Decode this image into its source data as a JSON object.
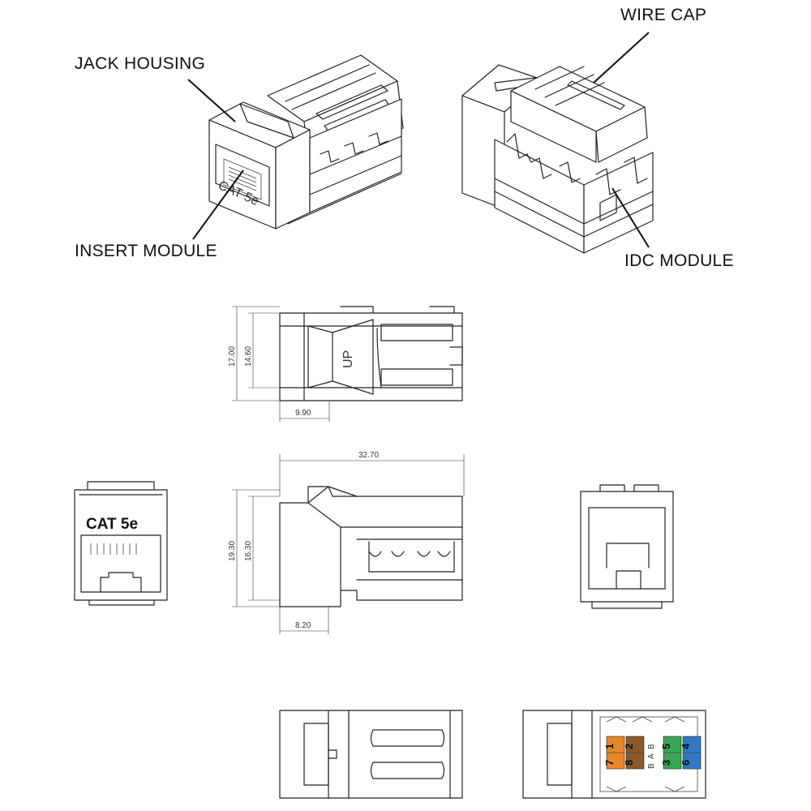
{
  "callouts": {
    "jack_housing": "JACK HOUSING",
    "insert_module": "INSERT MODULE",
    "wire_cap": "WIRE CAP",
    "idc_module": "IDC MODULE"
  },
  "markings": {
    "housing_side": "CAT 5e",
    "front_face": "CAT 5e",
    "top_view_arrow": "UP"
  },
  "dimensions": {
    "overall_length": "32.70",
    "top_height_outer": "17.00",
    "top_height_inner": "14.60",
    "top_depth": "9.90",
    "side_height_outer": "19.30",
    "side_height_inner": "16.30",
    "side_depth": "8.20"
  },
  "wiring_labels": {
    "top_row": [
      "1",
      "7",
      "2",
      "8",
      "B",
      "A",
      "B",
      "5",
      "3",
      "4",
      "6"
    ]
  },
  "colors": {
    "line": "#222222",
    "orange": "#e8862a",
    "brown": "#8b5a2b",
    "green": "#3aa655",
    "blue": "#2f78c4"
  }
}
